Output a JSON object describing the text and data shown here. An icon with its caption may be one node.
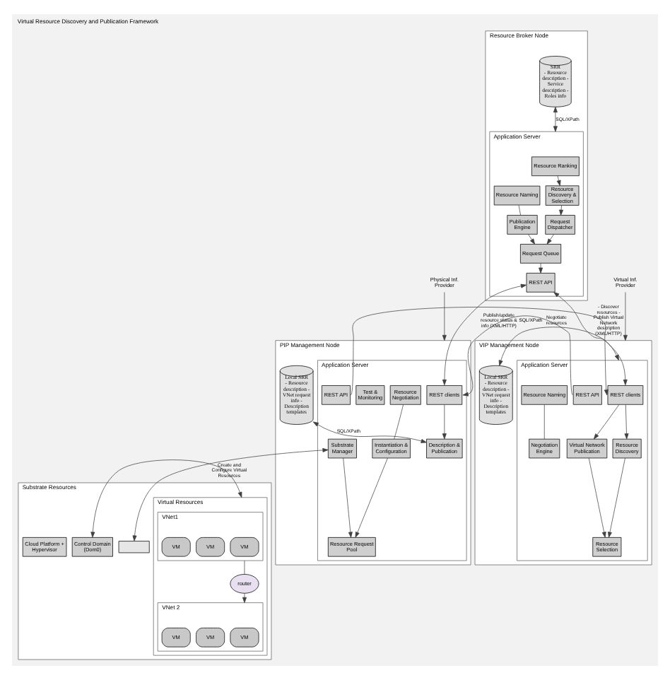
{
  "diagram": {
    "title": "Virtual Resource Discovery and Publication Framework",
    "nodes": [
      {
        "text": [
          "Resource Broker Node"
        ]
      },
      {
        "text": [
          "Application Server"
        ],
        "in": 0
      },
      {
        "text": [
          "Resource Ranking"
        ],
        "in": 1
      },
      {
        "text": [
          "Resource Naming"
        ],
        "in": 1
      },
      {
        "text": [
          "Publication Engine"
        ],
        "in": 1
      },
      {
        "text": [
          "Resource Discovery & Selection"
        ],
        "in": 1
      },
      {
        "text": [
          "Request Queue"
        ],
        "in": 1
      },
      {
        "text": [
          "Request Dispatcher"
        ],
        "in": 1
      },
      {
        "text": [
          "REST API"
        ],
        "in": 1
      },
      {
        "text": [
          "SRR",
          "- Resource description - Service description - Roles info"
        ],
        "in": 0
      },
      {
        "text": [
          "Physical Inf. Provider"
        ]
      },
      {
        "text": [
          "PIP Management Node"
        ]
      },
      {
        "text": [
          "Application Server"
        ],
        "in": 11
      },
      {
        "text": [
          "REST clients"
        ],
        "in": 12
      },
      {
        "text": [
          "Description & Publication"
        ],
        "in": 12
      },
      {
        "text": [
          "Resource Negotiation"
        ],
        "in": 12
      },
      {
        "text": [
          "Test & Monitoring"
        ],
        "in": 12
      },
      {
        "text": [
          "Instantiation & Configuration"
        ],
        "in": 12
      },
      {
        "text": [
          "Substrate Manager"
        ],
        "in": 12
      },
      {
        "text": [
          "Resource Request Pool"
        ],
        "in": 12
      },
      {
        "text": [
          "REST API"
        ],
        "in": 12
      },
      {
        "text": [
          "Local SRR",
          "- Resource description - VNet request info - Description templates"
        ],
        "in": 11
      },
      {
        "text": [
          "Virtual Inf. Provider"
        ]
      },
      {
        "text": [
          "VIP Management Node"
        ]
      },
      {
        "text": [
          "Application Server"
        ],
        "in": 23
      },
      {
        "text": [
          "REST clients"
        ],
        "in": 24
      },
      {
        "text": [
          "REST API"
        ],
        "in": 24
      },
      {
        "text": [
          "Virtual Network Publication"
        ],
        "in": 24
      },
      {
        "text": [
          "Resource Discovery"
        ],
        "in": 24
      },
      {
        "text": [
          "Resource Naming"
        ],
        "in": 24
      },
      {
        "text": [
          "Negotiation Engine"
        ],
        "in": 24
      },
      {
        "text": [
          "Resource Selection"
        ],
        "in": 24
      },
      {
        "text": [
          "Local SRR",
          "- Resource description - VNet request info - Description templates"
        ],
        "in": 23
      },
      {
        "text": [
          "Substrate Resources"
        ]
      },
      {
        "text": [],
        "shape": "box",
        "in": 33
      },
      {
        "text": [
          "Control Domain (Dom0)"
        ],
        "in": 33
      },
      {
        "text": [
          "Virtual Resources"
        ],
        "in": 33
      },
      {
        "text": [
          "VNet1"
        ],
        "in": 36
      },
      {
        "text": [
          "VM"
        ],
        "in": 37
      },
      {
        "text": [
          "VM"
        ],
        "in": 37
      },
      {
        "text": [
          "VM"
        ],
        "in": 37
      },
      {
        "text": [
          "router"
        ],
        "in": 36
      },
      {
        "text": [
          "VNet 2"
        ],
        "in": 36
      },
      {
        "text": [
          "VM"
        ],
        "in": 42
      },
      {
        "text": [
          "VM"
        ],
        "in": 42
      },
      {
        "text": [
          "VM"
        ],
        "in": 42
      },
      {
        "text": [
          "Cloud Platform + Hypervisor"
        ],
        "in": 33
      }
    ],
    "edges": [
      {
        "from": 2,
        "to": 5,
        "arrow": "to"
      },
      {
        "from": 3,
        "to": 4,
        "arrow": "none"
      },
      {
        "from": 4,
        "to": 6,
        "arrow": "to"
      },
      {
        "from": 5,
        "to": 7,
        "arrow": "to"
      },
      {
        "from": 7,
        "to": 6,
        "arrow": "to"
      },
      {
        "from": 6,
        "to": 8,
        "arrow": "to"
      },
      {
        "from": 9,
        "to": 1,
        "arrow": "both",
        "label": "SQL/XPath"
      },
      {
        "from": 8,
        "to": 13,
        "arrow": "both",
        "label": "Publish/update resource status & info (XML/HTTP)"
      },
      {
        "from": 8,
        "to": 25,
        "arrow": "both",
        "label": "- Discover resources - Publish Virtual Network description (XML/HTTP)"
      },
      {
        "from": 26,
        "to": 13,
        "arrow": "to",
        "label": "Negotiate resources"
      },
      {
        "from": 20,
        "to": 25,
        "arrow": "to"
      },
      {
        "from": 10,
        "to": 11,
        "arrow": "to"
      },
      {
        "from": 22,
        "to": 23,
        "arrow": "to"
      },
      {
        "from": 13,
        "to": 14,
        "arrow": "to"
      },
      {
        "from": 21,
        "to": 14,
        "arrow": "both",
        "label": "SQL/XPath"
      },
      {
        "from": 15,
        "to": 17,
        "arrow": "none"
      },
      {
        "from": 17,
        "to": 19,
        "arrow": "to"
      },
      {
        "from": 18,
        "to": 19,
        "arrow": "to"
      },
      {
        "from": 18,
        "to": 34,
        "arrow": "both",
        "label": "Create and Configure Virtual Resources"
      },
      {
        "from": 25,
        "to": 27,
        "arrow": "to"
      },
      {
        "from": 25,
        "to": 28,
        "arrow": "to"
      },
      {
        "from": 28,
        "to": 31,
        "arrow": "to"
      },
      {
        "from": 27,
        "to": 31,
        "arrow": "to"
      },
      {
        "from": 29,
        "to": 30,
        "arrow": "none"
      },
      {
        "from": 32,
        "to": 24,
        "arrow": "both",
        "label": "SQL/XPath"
      },
      {
        "from": 35,
        "to": 36,
        "arrow": "both"
      },
      {
        "from": 37,
        "to": 41,
        "arrow": "none"
      },
      {
        "from": 41,
        "to": 42,
        "arrow": "to"
      }
    ]
  }
}
